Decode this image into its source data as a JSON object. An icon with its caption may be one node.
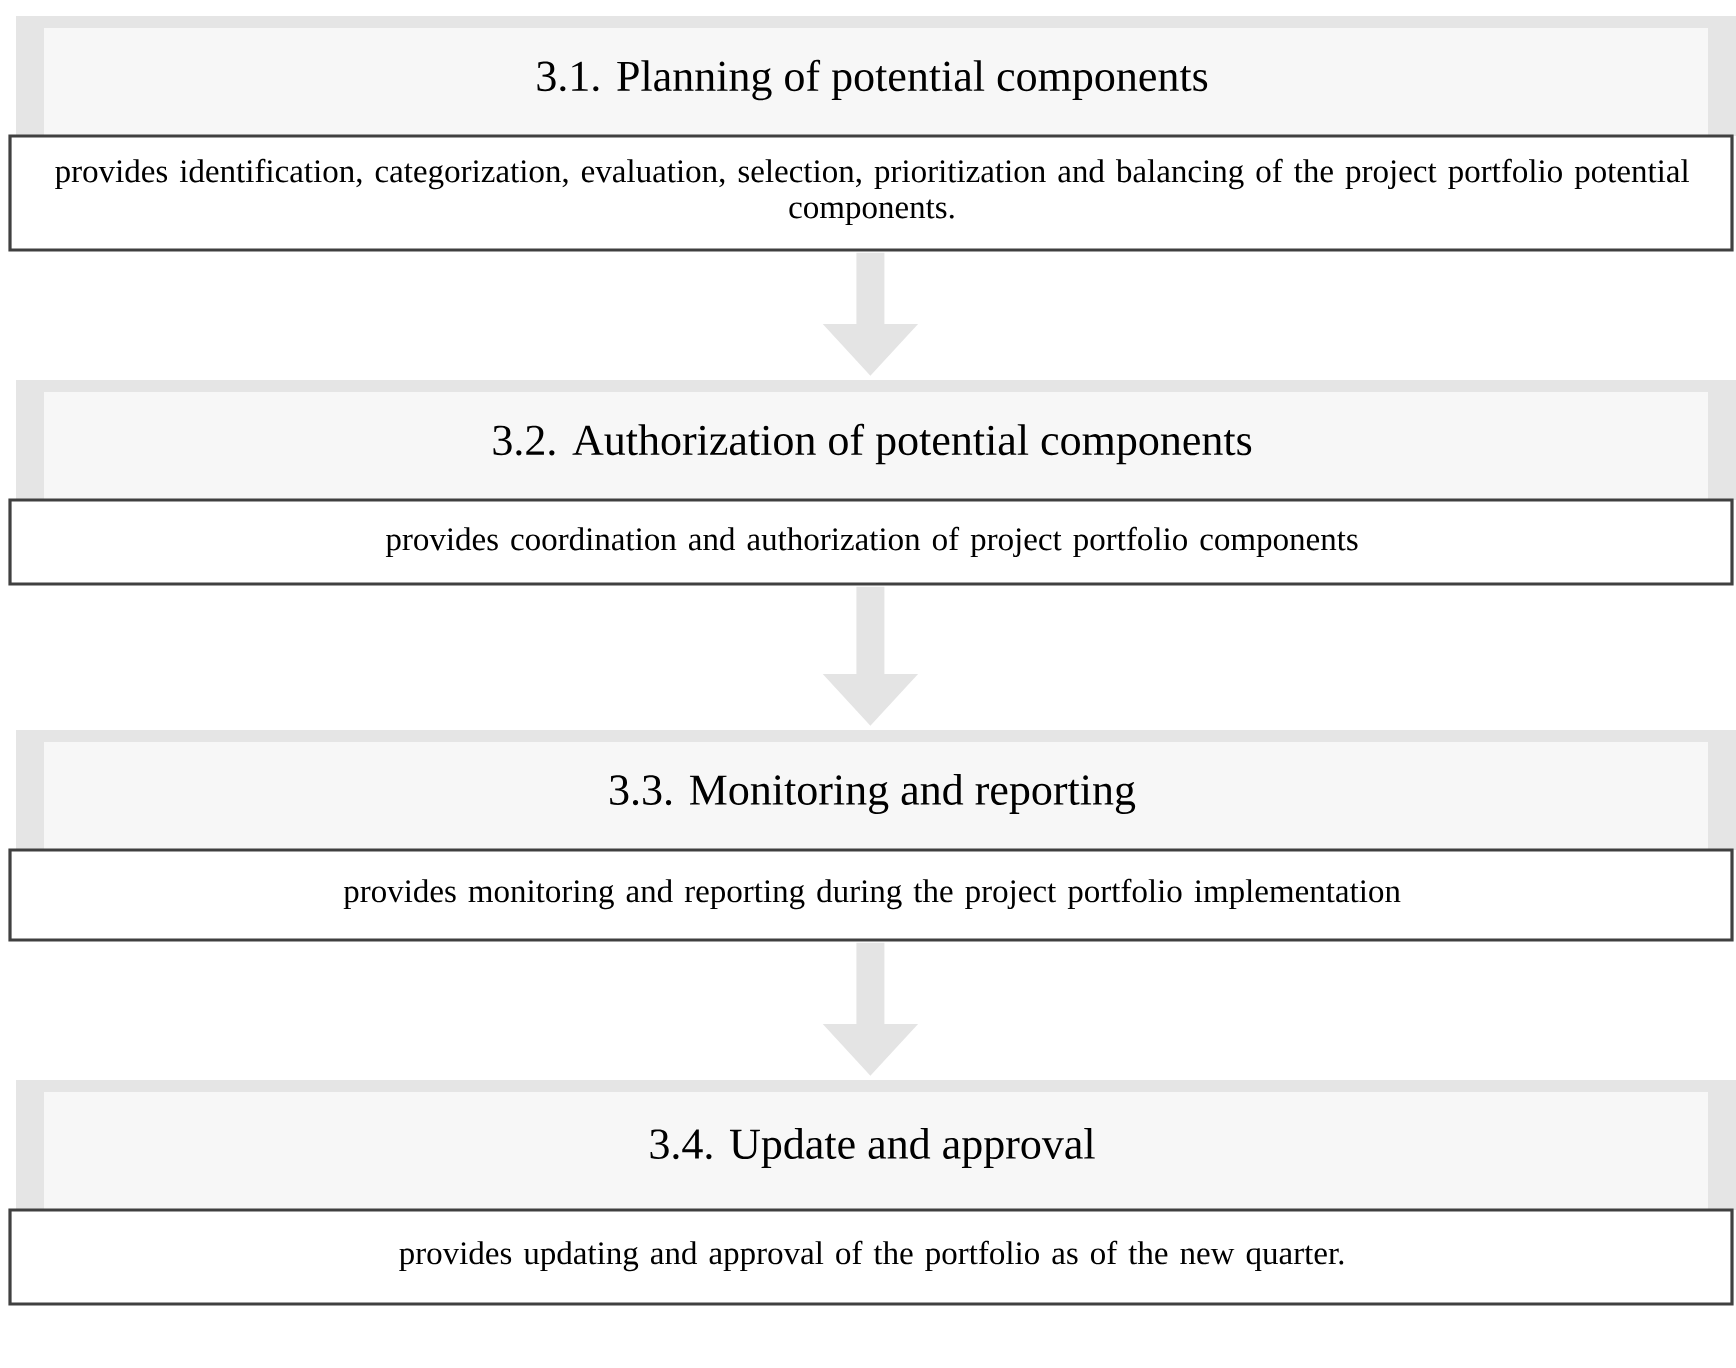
{
  "diagram": {
    "nodes": [
      {
        "text": [
          "3.1. Planning of potential components",
          "provides identification, categorization, evaluation, selection, prioritization and balancing of the project portfolio potential components."
        ]
      },
      {
        "text": [
          "3.2. Authorization of potential components",
          "provides coordination and authorization of project portfolio components"
        ]
      },
      {
        "text": [
          "3.3. Monitoring and reporting",
          "provides monitoring and reporting during the project portfolio implementation"
        ]
      },
      {
        "text": [
          "3.4. Update and approval",
          "provides updating and approval of the portfolio as of the new quarter."
        ]
      }
    ],
    "edges": [
      {
        "from": 0,
        "to": 1,
        "arrow": "to"
      },
      {
        "from": 1,
        "to": 2,
        "arrow": "to"
      },
      {
        "from": 2,
        "to": 3,
        "arrow": "to"
      }
    ]
  }
}
